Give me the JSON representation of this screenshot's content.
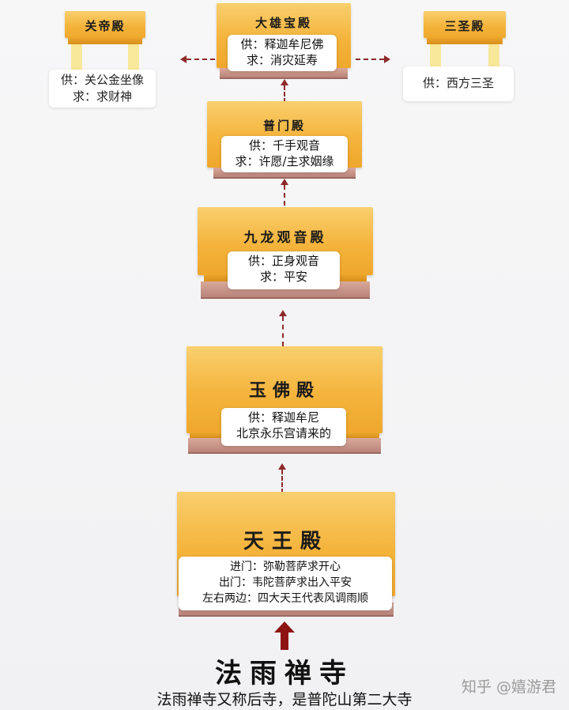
{
  "halls": {
    "daxiong": {
      "name": "大雄宝殿",
      "lines": [
        "供：释迦牟尼佛",
        "求：消灾延寿"
      ]
    },
    "guandi": {
      "name": "关帝殿",
      "lines": [
        "供：关公金坐像",
        "求：求财神"
      ]
    },
    "sansheng": {
      "name": "三圣殿",
      "lines": [
        "供：西方三圣"
      ]
    },
    "pumen": {
      "name": "普门殿",
      "lines": [
        "供：千手观音",
        "求：许愿/主求姻缘"
      ]
    },
    "jiulong": {
      "name": "九龙观音殿",
      "lines": [
        "供：正身观音",
        "求：平安"
      ]
    },
    "yufo": {
      "name": "玉佛殿",
      "lines": [
        "供：释迦牟尼",
        "北京永乐宫请来的"
      ]
    },
    "tianwang": {
      "name": "天王殿",
      "lines": [
        "进门：弥勒菩萨求开心",
        "出门：韦陀菩萨求出入平安",
        "左右两边：四大天王代表风调雨顺"
      ]
    }
  },
  "title": "法雨禅寺",
  "subtitle": "法雨禅寺又称后寺，是普陀山第二大寺",
  "watermark": "知乎 @嬉游君",
  "colors": {
    "roof": "#f4b43c",
    "arrow": "#8e2a2a",
    "base": "#c0897f"
  }
}
